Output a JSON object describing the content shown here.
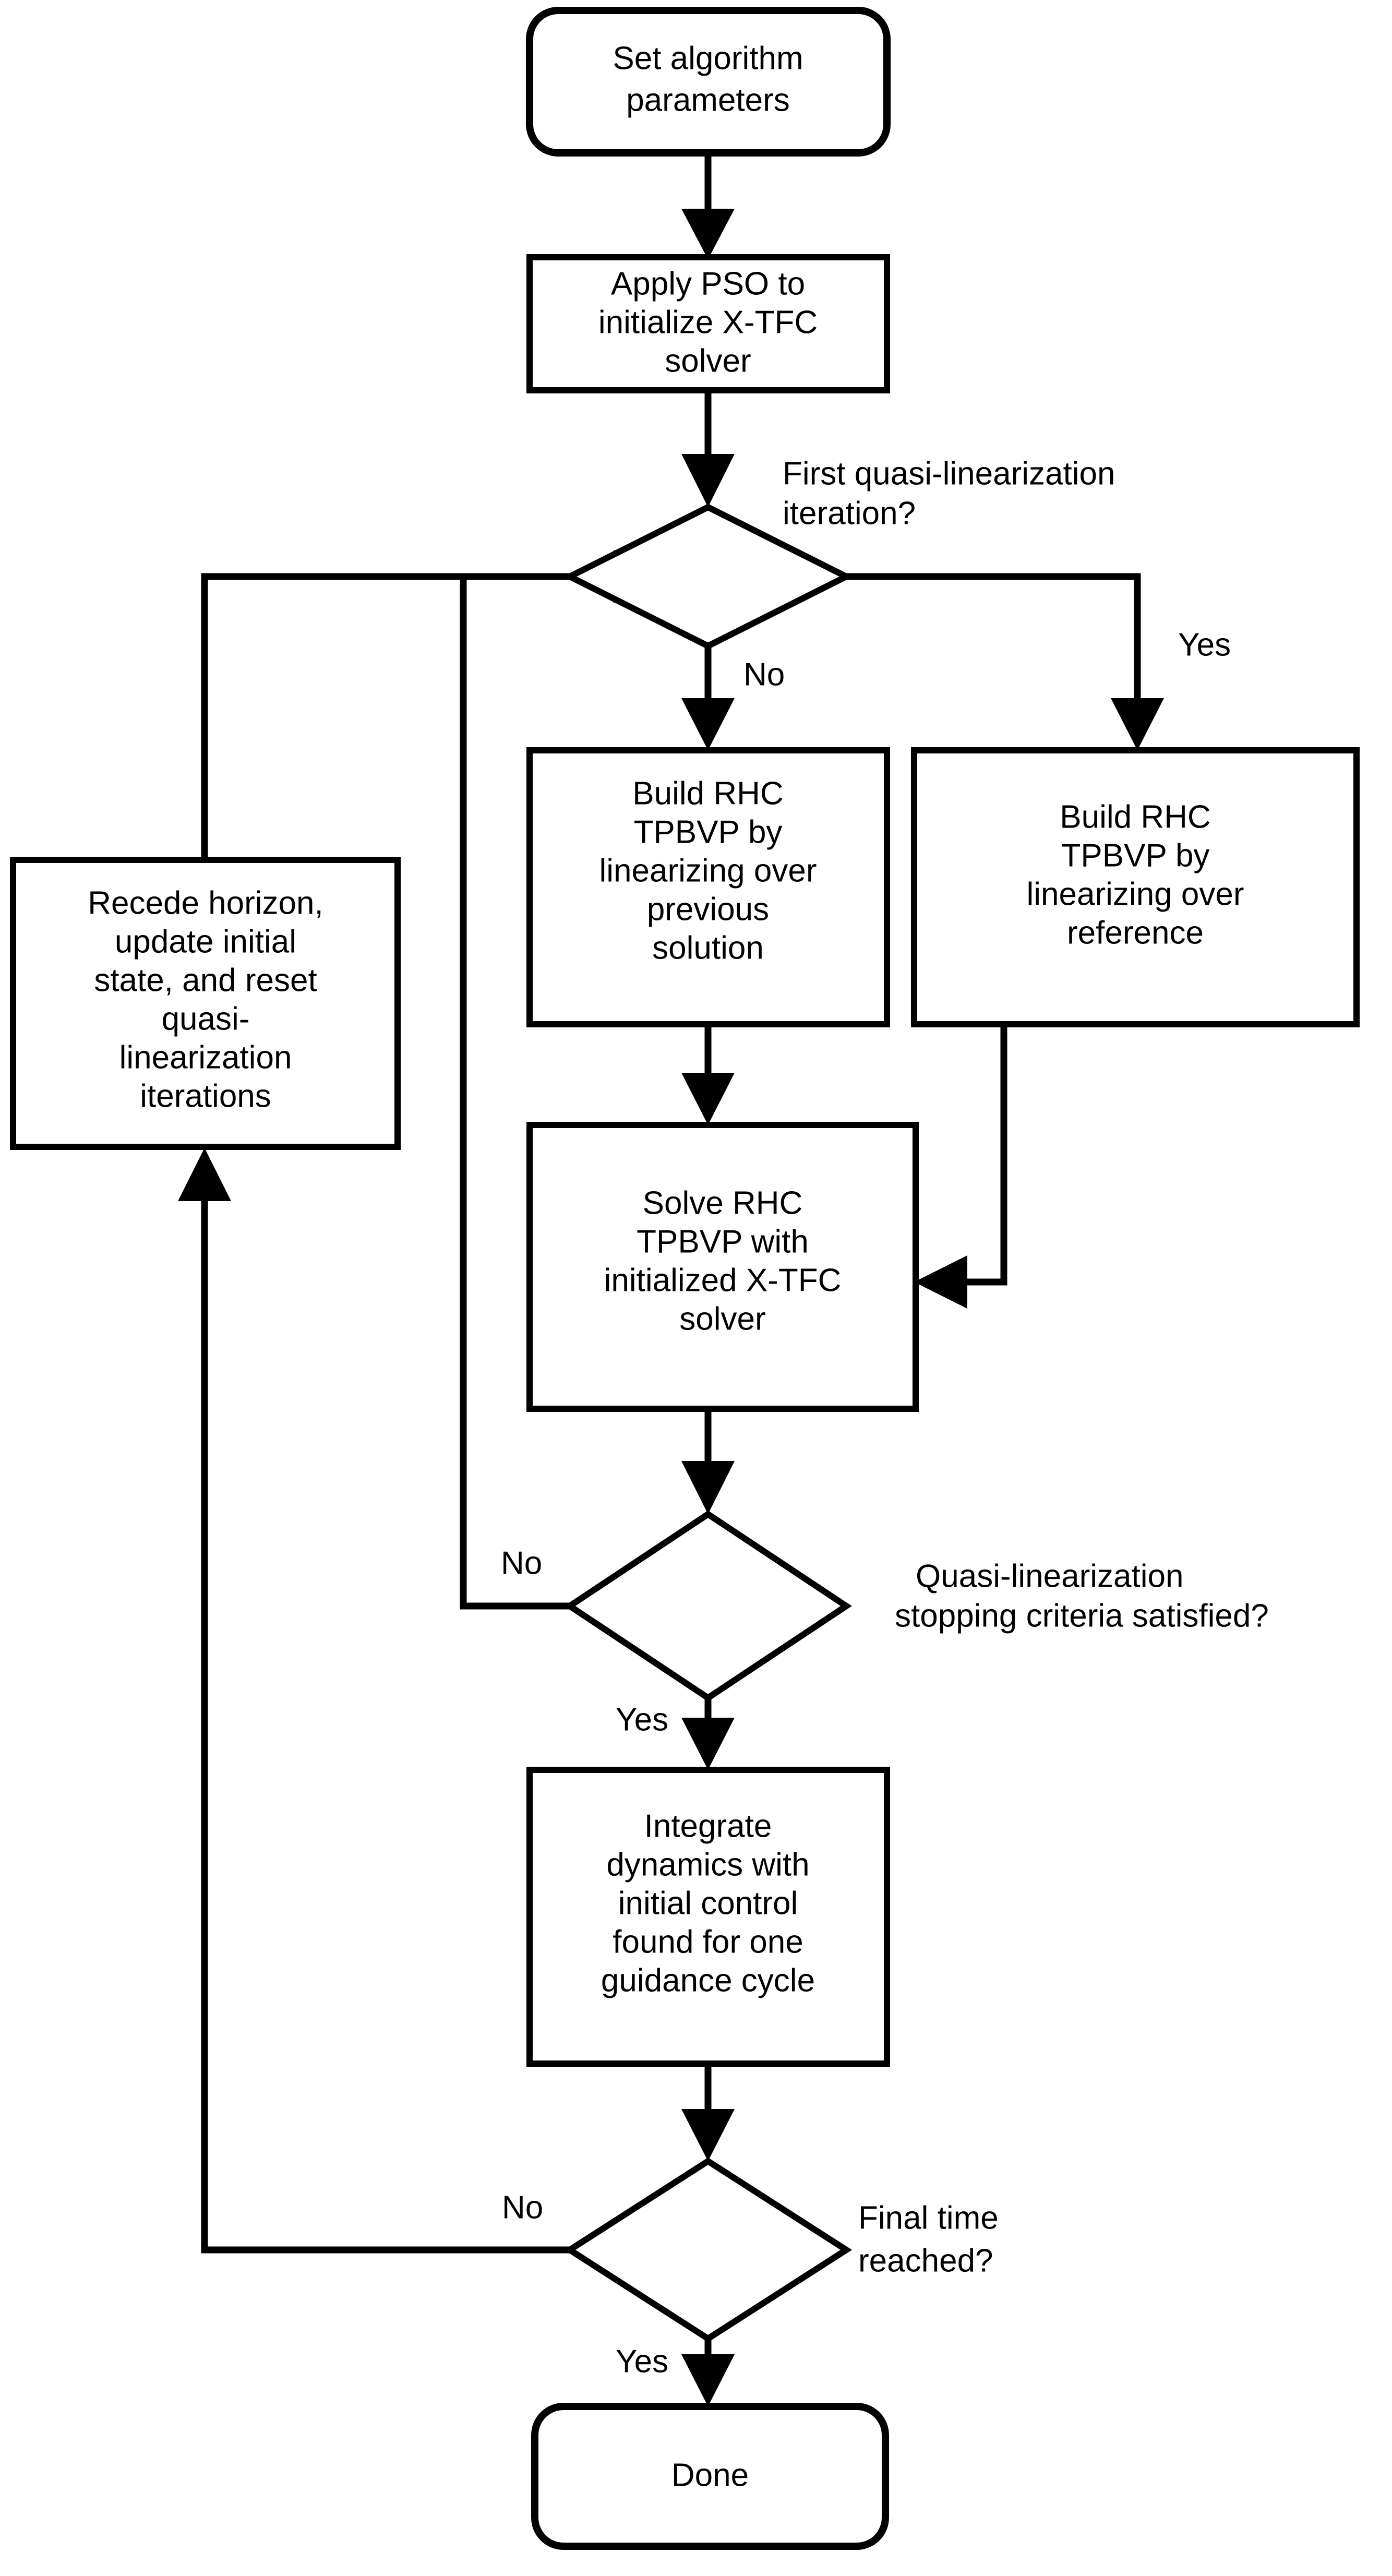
{
  "diagram": {
    "title": "X-TFC Receding Horizon Control Algorithm Flowchart",
    "colors": {
      "background": "#ffffff",
      "stroke": "#000000",
      "fill": "#ffffff"
    },
    "nodes": [
      {
        "id": "set-params",
        "shape": "rounded-rectangle",
        "lines": [
          "Set algorithm",
          "parameters"
        ]
      },
      {
        "id": "apply-pso",
        "shape": "rectangle",
        "lines": [
          "Apply PSO to",
          "initialize X-TFC",
          "solver"
        ]
      },
      {
        "id": "first-iter-decision",
        "shape": "diamond",
        "lines": [
          "First quasi-linearization",
          "iteration?"
        ]
      },
      {
        "id": "build-prev",
        "shape": "rectangle",
        "lines": [
          "Build RHC",
          "TPBVP by",
          "linearizing over",
          "previous",
          "solution"
        ]
      },
      {
        "id": "build-ref",
        "shape": "rectangle",
        "lines": [
          "Build RHC",
          "TPBVP by",
          "linearizing over",
          "reference"
        ]
      },
      {
        "id": "solve-rhc",
        "shape": "rectangle",
        "lines": [
          "Solve RHC",
          "TPBVP with",
          "initialized X-TFC",
          "solver"
        ]
      },
      {
        "id": "stopping-decision",
        "shape": "diamond",
        "lines": [
          "Quasi-linearization",
          "stopping criteria satisfied?"
        ]
      },
      {
        "id": "integrate",
        "shape": "rectangle",
        "lines": [
          "Integrate",
          "dynamics with",
          "initial control",
          "found for one",
          "guidance cycle"
        ]
      },
      {
        "id": "final-time-decision",
        "shape": "diamond",
        "lines": [
          "Final time",
          "reached?"
        ]
      },
      {
        "id": "recede",
        "shape": "rectangle",
        "lines": [
          "Recede horizon,",
          "update initial",
          "state, and reset",
          "quasi-",
          "linearization",
          "iterations"
        ]
      },
      {
        "id": "done",
        "shape": "rounded-rectangle",
        "lines": [
          "Done"
        ]
      }
    ],
    "edge_labels": {
      "first_iter_no": "No",
      "first_iter_yes": "Yes",
      "stopping_no": "No",
      "stopping_yes": "Yes",
      "final_time_no": "No",
      "final_time_yes": "Yes"
    }
  }
}
